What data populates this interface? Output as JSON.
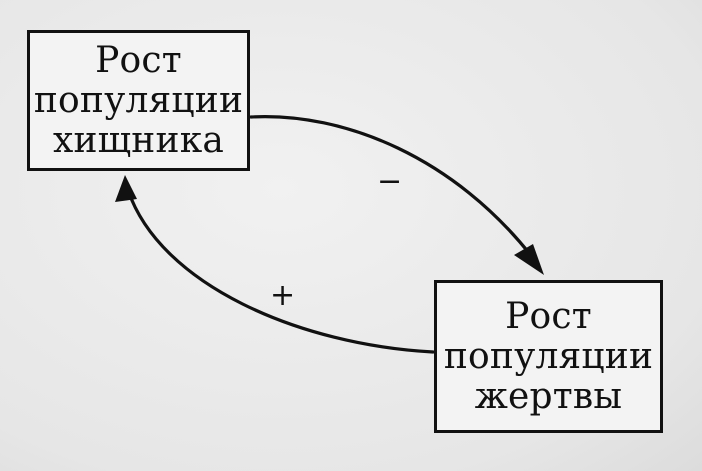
{
  "nodes": {
    "predator_growth": {
      "label": "Рост\nпопуляции\nхищника"
    },
    "prey_growth": {
      "label": "Рост\nпопуляции\nжертвы"
    }
  },
  "edges": [
    {
      "from": "predator_growth",
      "to": "prey_growth",
      "sign": "−"
    },
    {
      "from": "prey_growth",
      "to": "predator_growth",
      "sign": "+"
    }
  ]
}
